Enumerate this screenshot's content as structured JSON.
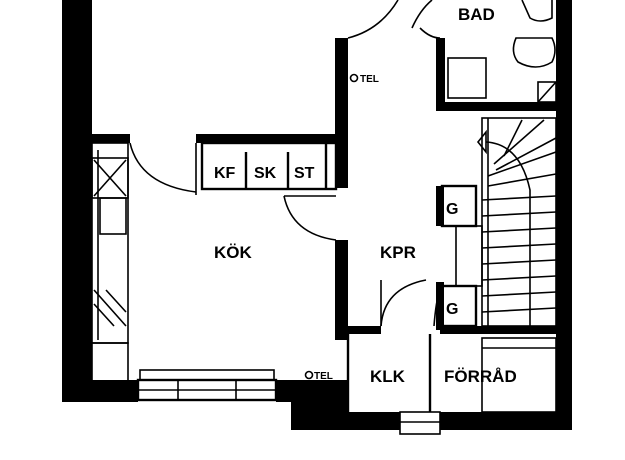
{
  "rooms": {
    "bad": "BAD",
    "kok": "KÖK",
    "kpr": "KPR",
    "klk": "KLK",
    "forrad": "FÖRRÅD"
  },
  "cabinets": {
    "kf": "KF",
    "sk": "SK",
    "st": "ST"
  },
  "fixtures": {
    "g_upper": "G",
    "g_lower": "G"
  },
  "telephone": {
    "label": "TEL"
  }
}
